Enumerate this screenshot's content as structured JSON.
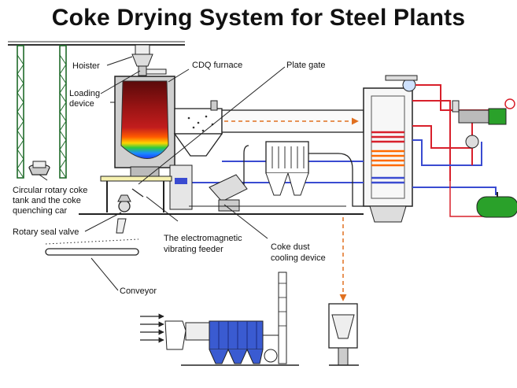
{
  "title": "Coke Drying System for Steel Plants",
  "labels": {
    "hoister": "Hoister",
    "cdq_furnace": "CDQ furnace",
    "plate_gate": "Plate gate",
    "loading_device_1": "Loading",
    "loading_device_2": "device",
    "rotary_tank_1": "Circular rotary coke",
    "rotary_tank_2": "tank and the coke",
    "rotary_tank_3": "quenching car",
    "rotary_seal_valve": "Rotary seal valve",
    "vibrating_feeder_1": "The electromagnetic",
    "vibrating_feeder_2": "vibrating feeder",
    "coke_dust_1": "Coke dust",
    "coke_dust_2": "cooling device",
    "conveyor": "Conveyor"
  },
  "colors": {
    "frame_green": "#1f6b2a",
    "furnace_red": "#9b1414",
    "hot_orange": "#ff6a00",
    "cool_blue": "#1a3cff",
    "pipe_red": "#d8202b",
    "pipe_blue": "#3a4bd1",
    "tank_green": "#2aa12a",
    "dashed_orange": "#e07020"
  }
}
